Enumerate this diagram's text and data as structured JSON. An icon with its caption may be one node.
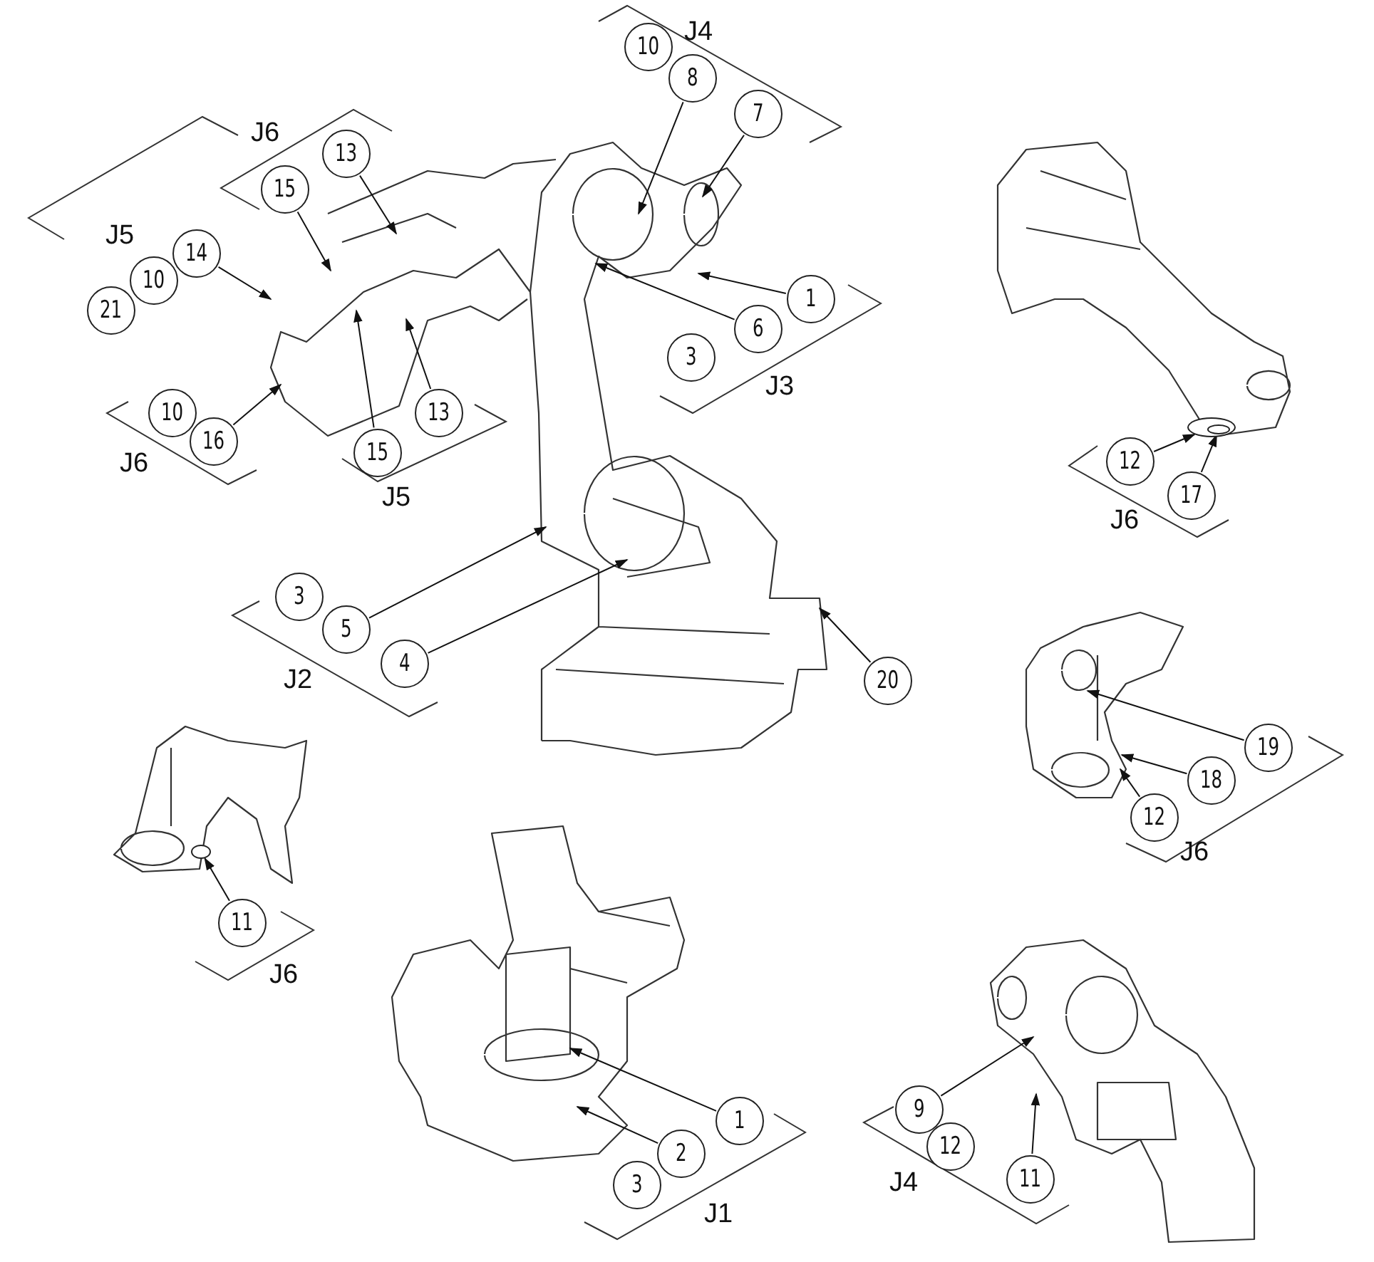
{
  "diagram": {
    "nodes": [
      {
        "text": [
          "10"
        ]
      },
      {
        "text": [
          "8"
        ]
      },
      {
        "text": [
          "13"
        ]
      },
      {
        "text": [
          "7"
        ]
      },
      {
        "text": [
          "15"
        ]
      },
      {
        "text": [
          "14"
        ]
      },
      {
        "text": [
          "10"
        ]
      },
      {
        "text": [
          "1"
        ]
      },
      {
        "text": [
          "21"
        ]
      },
      {
        "text": [
          "6"
        ]
      },
      {
        "text": [
          "3"
        ]
      },
      {
        "text": [
          "10"
        ]
      },
      {
        "text": [
          "13"
        ]
      },
      {
        "text": [
          "16"
        ]
      },
      {
        "text": [
          "15"
        ]
      },
      {
        "text": [
          "12"
        ]
      },
      {
        "text": [
          "17"
        ]
      },
      {
        "text": [
          "3"
        ]
      },
      {
        "text": [
          "5"
        ]
      },
      {
        "text": [
          "4"
        ]
      },
      {
        "text": [
          "20"
        ]
      },
      {
        "text": [
          "19"
        ]
      },
      {
        "text": [
          "18"
        ]
      },
      {
        "text": [
          "12"
        ]
      },
      {
        "text": [
          "11"
        ]
      },
      {
        "text": [
          "1"
        ]
      },
      {
        "text": [
          "9"
        ]
      },
      {
        "text": [
          "2"
        ]
      },
      {
        "text": [
          "12"
        ]
      },
      {
        "text": [
          "3"
        ]
      },
      {
        "text": [
          "11"
        ]
      },
      {
        "text": [],
        "shape": "circle"
      },
      {
        "text": [],
        "shape": "circle",
        "in": 31
      },
      {
        "text": [],
        "shape": "circle"
      }
    ],
    "edges": [
      {
        "from": 1,
        "to": null,
        "arrow": "to"
      },
      {
        "from": 3,
        "to": null,
        "arrow": "to"
      },
      {
        "from": 7,
        "to": null,
        "arrow": "to"
      },
      {
        "from": 9,
        "to": null,
        "arrow": "to"
      },
      {
        "from": 2,
        "to": null,
        "arrow": "to"
      },
      {
        "from": 4,
        "to": null,
        "arrow": "to"
      },
      {
        "from": 5,
        "to": null,
        "arrow": "to"
      },
      {
        "from": 13,
        "to": null,
        "arrow": "to"
      },
      {
        "from": 14,
        "to": null,
        "arrow": "to"
      },
      {
        "from": 12,
        "to": null,
        "arrow": "to"
      },
      {
        "from": 15,
        "to": 31,
        "arrow": "to"
      },
      {
        "from": 16,
        "to": 32,
        "arrow": "to"
      },
      {
        "from": 18,
        "to": null,
        "arrow": "to"
      },
      {
        "from": 19,
        "to": null,
        "arrow": "to"
      },
      {
        "from": 20,
        "to": null,
        "arrow": "to"
      },
      {
        "from": 21,
        "to": null,
        "arrow": "to"
      },
      {
        "from": 22,
        "to": null,
        "arrow": "to"
      },
      {
        "from": 23,
        "to": null,
        "arrow": "to"
      },
      {
        "from": 24,
        "to": 33,
        "arrow": "to"
      },
      {
        "from": 25,
        "to": null,
        "arrow": "to"
      },
      {
        "from": 27,
        "to": null,
        "arrow": "to"
      },
      {
        "from": 26,
        "to": null,
        "arrow": "to"
      },
      {
        "from": 30,
        "to": null,
        "arrow": "to"
      }
    ],
    "labels": [
      "J4",
      "J6",
      "J5",
      "J3",
      "J6",
      "J5",
      "J2",
      "J6",
      "J6",
      "J6",
      "J1",
      "J4"
    ]
  }
}
